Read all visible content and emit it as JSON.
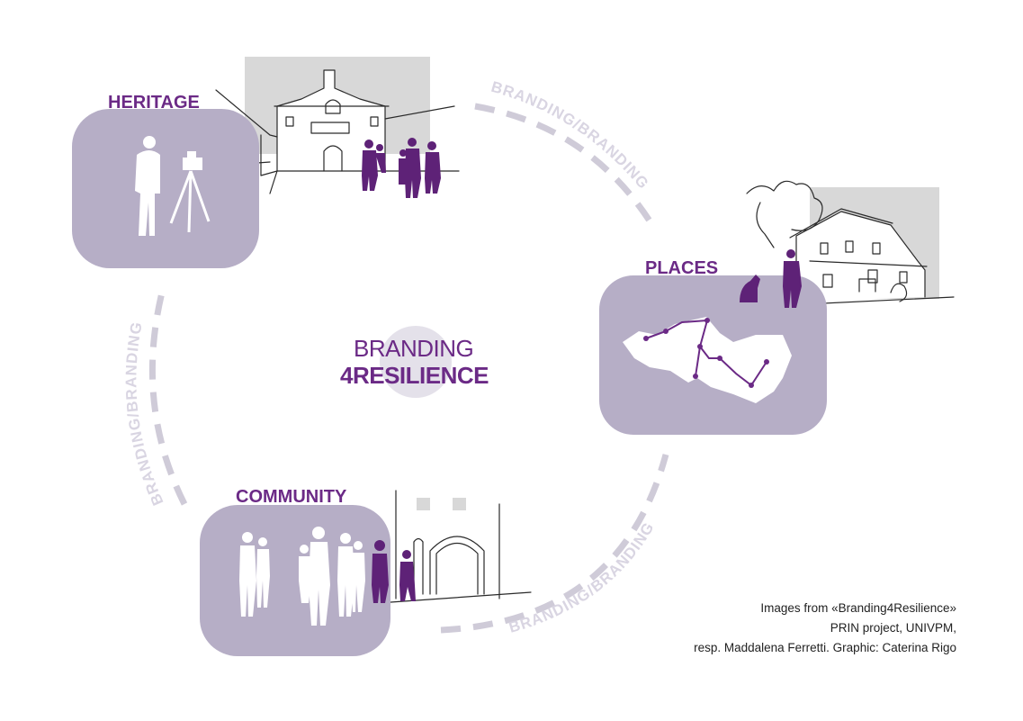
{
  "sections": {
    "heritage": "HERITAGE",
    "places": "PLACES",
    "community": "COMMUNITY"
  },
  "center": {
    "line1": "BRANDING",
    "line2": "4RESILIENCE"
  },
  "arc_labels": {
    "top_right": "BRANDING/BRANDING",
    "left": "BRANDING/BRANDING",
    "bottom_right": "BRANDING/BRANDING"
  },
  "credits": {
    "line1": "Images from «Branding4Resilience»",
    "line2": "PRIN project, UNIVPM,",
    "line3": "resp. Maddalena Ferretti. Graphic: Caterina Rigo"
  },
  "colors": {
    "accent_purple": "#6b2a86",
    "panel_lavender": "#b6aec6",
    "dash_gray": "#cfcbd8",
    "center_circle": "#e4e1ea"
  }
}
